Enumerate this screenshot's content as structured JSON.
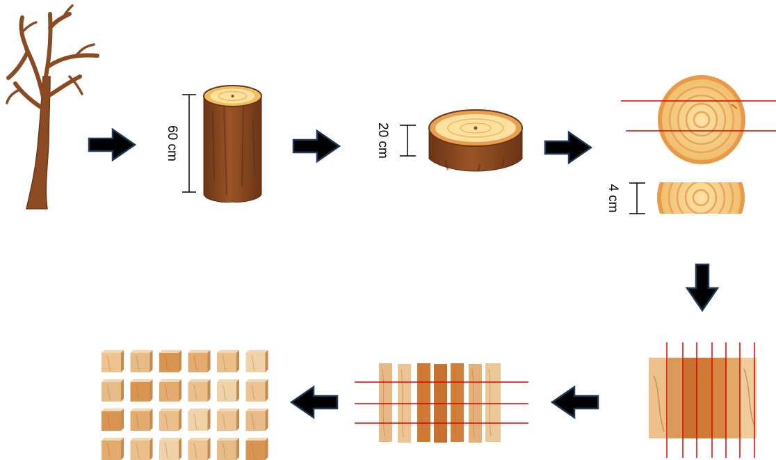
{
  "title": "",
  "dimensions": {
    "log_height": "60 cm",
    "disc_height": "20 cm",
    "slab_thickness": "4 cm"
  },
  "steps": [
    {
      "name": "tree"
    },
    {
      "name": "log"
    },
    {
      "name": "disc"
    },
    {
      "name": "disc-cut"
    },
    {
      "name": "slab-cut"
    },
    {
      "name": "strips-cut"
    },
    {
      "name": "blocks"
    }
  ],
  "icons": {
    "arrow": "arrow-icon",
    "cut_line": "cut-line"
  },
  "colors": {
    "arrow_fill": "#000000",
    "arrow_stroke": "#1f3a57",
    "cut_line": "#e00000",
    "bark_dark": "#6b3416",
    "bark_mid": "#8b4a22",
    "wood_light": "#f6cf8a",
    "wood_ring": "#e8a95a",
    "plank_light": "#e9b985",
    "plank_dark": "#cf7a35"
  },
  "grid": {
    "block_rows": 4,
    "block_cols": 6,
    "slab_cut_lines": 7,
    "strip_count": 7,
    "strip_cut_lines": 3
  }
}
